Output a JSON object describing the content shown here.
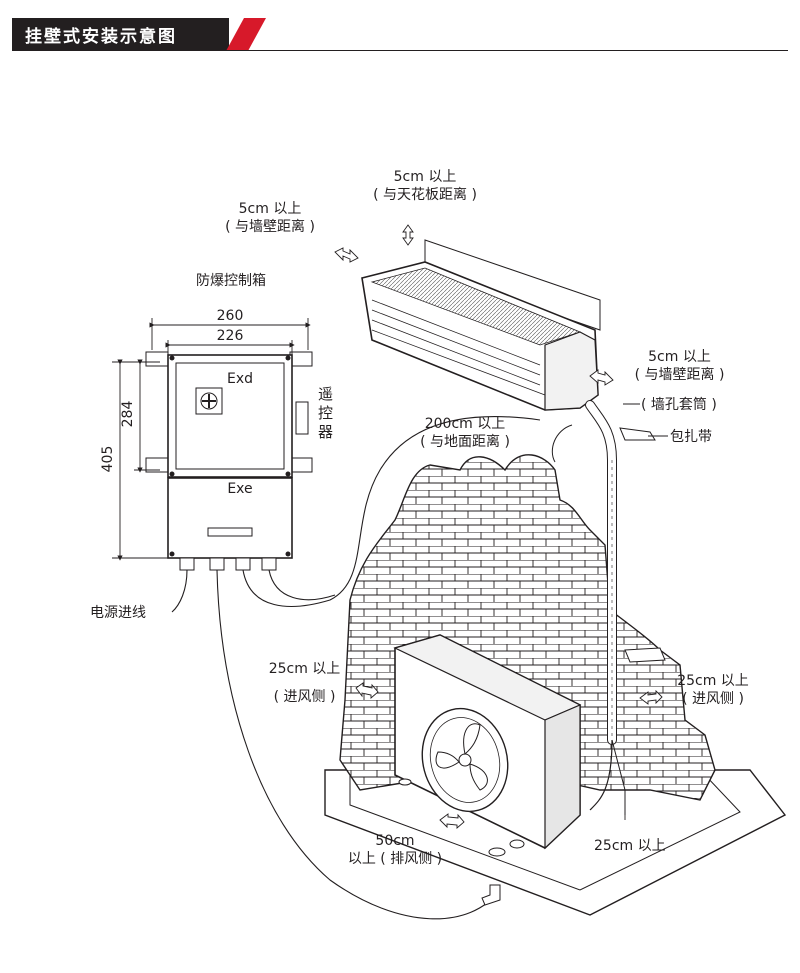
{
  "header": {
    "title": "挂壁式安装示意图"
  },
  "colors": {
    "ink": "#231f20",
    "accent": "#d7192a",
    "shade": "#e6e6e6",
    "light_shade": "#f2f2f2"
  },
  "control_box": {
    "title": "防爆控制箱",
    "width_outer": "260",
    "width_inner": "226",
    "height_inner": "284",
    "height_outer": "405",
    "upper_chamber": "Exd",
    "lower_chamber": "Exe",
    "remote_label": "遥控器",
    "power_label": "电源进线"
  },
  "clearances": {
    "ceiling_line1": "5cm 以上",
    "ceiling_line2": "( 与天花板距离 )",
    "wall_left_line1": "5cm 以上",
    "wall_left_line2": "( 与墙壁距离 )",
    "wall_right_line1": "5cm 以上",
    "wall_right_line2": "( 与墙壁距离 )",
    "sleeve": "( 墙孔套筒 )",
    "wrap_band": "包扎带",
    "ground_line1": "200cm 以上",
    "ground_line2": "( 与地面距离 )",
    "intake_left_line1": "25cm 以上",
    "intake_left_line2": "( 进风侧 )",
    "intake_right_line1": "25cm 以上",
    "intake_right_line2": "( 进风侧 )",
    "exhaust_line1": "50cm",
    "exhaust_line2": "以上 ( 排风侧 )",
    "front_clearance": "25cm 以上"
  }
}
